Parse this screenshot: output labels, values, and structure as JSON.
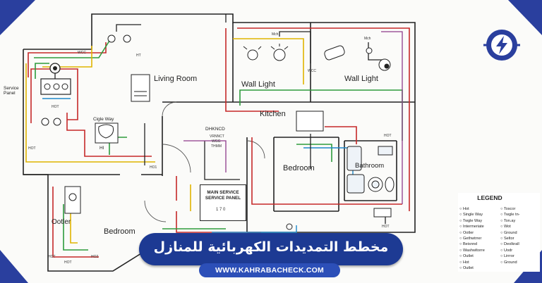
{
  "rooms": {
    "living_room": "Living Room",
    "wall_light_1": "Wall Light",
    "wall_light_2": "Wall Light",
    "kitchen": "Kitchen",
    "bedroom_right": "Bedroom",
    "bathroom": "Bathroom",
    "bedroom_left": "Bedroom",
    "ootler": "Ootler"
  },
  "labels": {
    "service_panel_line1": "Service",
    "service_panel_line2": "Panel",
    "wcc_top": "WCC",
    "ht_top": "HT",
    "mch_1": "Mch",
    "mch_2": "Mch",
    "wcc_mid": "WCC",
    "hot_left_1": "HOT",
    "hot_left_2": "HOT",
    "hot_mid": "HO1",
    "hot_right_top": "HOT",
    "hot_right_bottom": "HOT",
    "hot_bottom_1": "HOT",
    "hot_bottom_2": "HOT",
    "ho2": "HO2",
    "cigle_way": "Cigle Way",
    "hl": "Hl",
    "dhkncd": "DHKNCD",
    "vrnnct": "VRNNCT",
    "wgg": "WGG",
    "thmm": "THMM"
  },
  "panel": {
    "title_line1": "MAIN SERVICE",
    "title_line2": "SERVICE PANEL",
    "breaker_label": "1 7 0"
  },
  "legend": {
    "title": "LEGEND",
    "left_items": [
      "Hot",
      "Single Way",
      "Twgle Way",
      "Intermeriate",
      "Ootler",
      "Gethwtrrer",
      "Beisnnd",
      "Washwltorre",
      "Outlet",
      "Hot",
      "Outlet"
    ],
    "right_items": [
      "Toscor",
      "Twgle tn-",
      "Ton.ay",
      "Wot",
      "Ground",
      "Seltor",
      "Deolkrall",
      "Uodr",
      "Lirrror",
      "Ground"
    ]
  },
  "banner": {
    "title": "مخطط التمديدات الكهربائية للمنازل",
    "url": "WWW.KAHRABACHECK.COM"
  },
  "colors": {
    "banner_bg": "#1d3a93",
    "url_bg": "#2c4fb8",
    "frame_blue": "#2a3f9e",
    "wire_red": "#c62828",
    "wire_green": "#2e9b3c",
    "wire_yellow": "#e0b400",
    "wire_blue": "#1e88c9",
    "wire_black": "#222222",
    "wire_purple": "#8e3b8c"
  },
  "icons": [
    "lightning-logo-icon",
    "service-panel-icon",
    "switch-icon",
    "light-bulb-icon",
    "outlet-icon",
    "sink-icon",
    "bathtub-icon",
    "toilet-icon"
  ]
}
